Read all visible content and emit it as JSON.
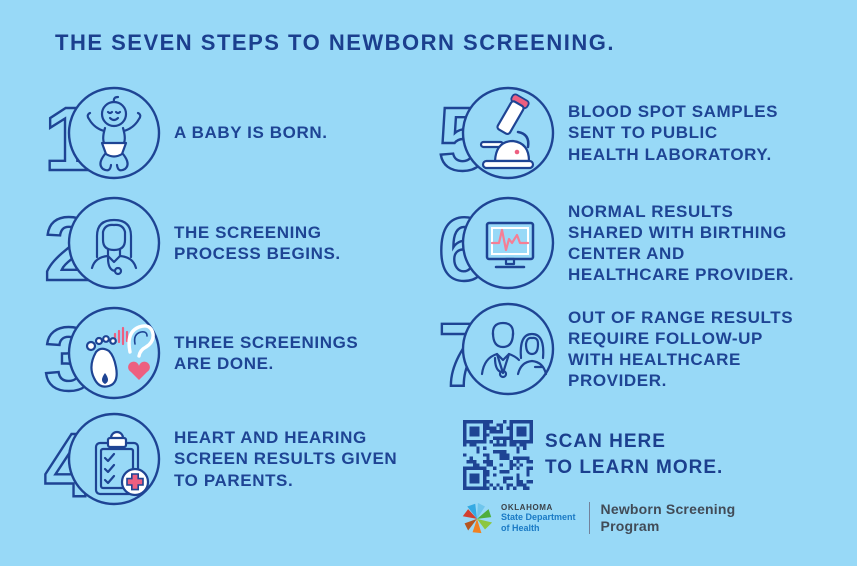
{
  "title": "THE SEVEN STEPS TO NEWBORN SCREENING.",
  "steps": [
    {
      "number": "1",
      "icon": "baby-icon",
      "label": "A BABY IS BORN."
    },
    {
      "number": "2",
      "icon": "clinician-icon",
      "label": "THE SCREENING\nPROCESS BEGINS."
    },
    {
      "number": "3",
      "icon": "foot-ear-heart-icon",
      "label": "THREE SCREENINGS\nARE DONE."
    },
    {
      "number": "4",
      "icon": "checklist-cross-icon",
      "label": "HEART AND HEARING\nSCREEN RESULTS GIVEN\nTO PARENTS."
    },
    {
      "number": "5",
      "icon": "microscope-icon",
      "label": "BLOOD SPOT SAMPLES\nSENT TO PUBLIC\nHEALTH LABORATORY."
    },
    {
      "number": "6",
      "icon": "monitor-ekg-icon",
      "label": "NORMAL RESULTS\nSHARED WITH BIRTHING\nCENTER AND\nHEALTHCARE PROVIDER."
    },
    {
      "number": "7",
      "icon": "providers-icon",
      "label": "OUT OF RANGE RESULTS\nREQUIRE FOLLOW-UP\nWITH HEALTHCARE\nPROVIDER."
    }
  ],
  "scan": {
    "label": "SCAN HERE\nTO LEARN MORE."
  },
  "footer": {
    "logo": {
      "line1": "OKLAHOMA",
      "line2": "State Department",
      "line3": "of Health"
    },
    "program": "Newborn Screening\nProgram"
  },
  "colors": {
    "background": "#98d9f7",
    "navy": "#1e4494",
    "title_navy": "#1b3f8e",
    "pink": "#ed5f80",
    "ekg_pink": "#f57f95",
    "white": "#ffffff",
    "logo_blue": "#1a7ac5",
    "footer_text": "#414b57"
  }
}
